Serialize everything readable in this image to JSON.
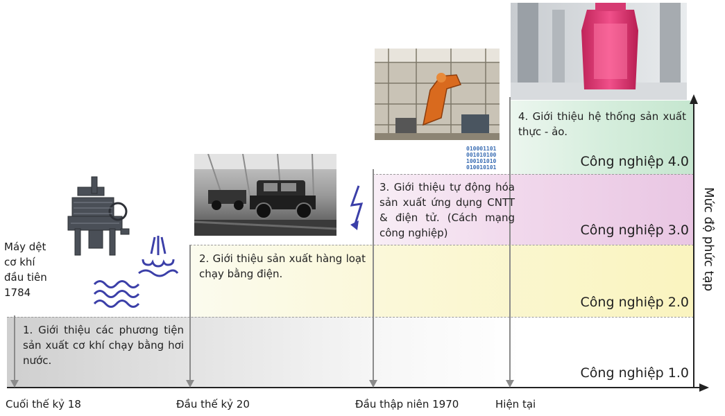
{
  "y_axis_title": "Mức độ phức tạp",
  "first_machine_label": [
    "Máy dệt",
    "cơ khí",
    "đầu tiên",
    "1784"
  ],
  "levels": [
    {
      "label": "Công nghiệp 1.0",
      "description": "1. Giới thiệu các phương tiện sản xuất cơ khí chạy bằng hơi nước.",
      "color": "#d8d8d8"
    },
    {
      "label": "Công nghiệp 2.0",
      "description": "2. Giới thiệu sản xuất hàng loạt chạy bằng điện.",
      "color": "#faf4bf"
    },
    {
      "label": "Công nghiệp 3.0",
      "description": "3. Giới thiệu tự động hóa sản xuất ứng dụng CNTT & điện tử. (Cách mạng công nghiệp)",
      "color": "#e9c6e3"
    },
    {
      "label": "Công nghiệp 4.0",
      "description": "4. Giới thiệu hệ thống sản xuất thực - ảo.",
      "color": "#c5e6cf"
    }
  ],
  "timeline": [
    "Cuối thế kỷ 18",
    "Đầu thế kỷ 20",
    "Đầu thập niên 1970",
    "Hiện tại"
  ],
  "binary_code": [
    "010001101",
    "001010100",
    "100101010",
    "010010101"
  ],
  "icon_colors": {
    "wave": "#3b3fa8",
    "lightning": "#3b3fa8"
  }
}
